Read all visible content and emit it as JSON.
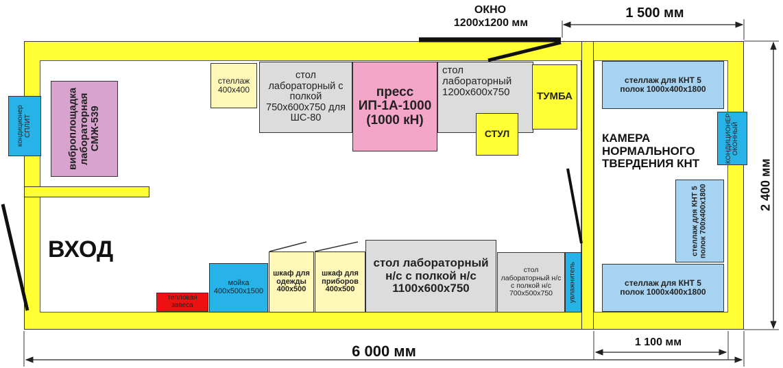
{
  "labels": {
    "window_title": "ОКНО",
    "window_size": "1200х1200 мм",
    "dim_top_right": "1 500 мм",
    "dim_right": "2 400 мм",
    "dim_bottom": "6 000 мм",
    "dim_bottom_right": "1 100 мм",
    "entrance": "ВХОД",
    "chamber": "КАМЕРА НОРМАЛЬНОГО ТВЕРДЕНИЯ КНТ"
  },
  "items": {
    "conditioner_split": "кондиционер СПЛИТ",
    "vibroplatform": "виброплощадка лабораторная СМЖ-539",
    "shelf_small": "стеллаж 400х400",
    "table_shelf_sc80": "стол лабораторный с полкой 750х600х750 для ШС-80",
    "press": "пресс ИП-1А-1000 (1000 кН)",
    "table_lab": "стол лабораторный 1200х600х750",
    "cabinet": "ТУМБА",
    "chair": "СТУЛ",
    "shelf_knt_top": "стеллаж для КНТ 5 полок 1000х400х1800",
    "conditioner_window": "КОНДИЦИОНЕР ОКОННЫЙ",
    "shelf_knt_side": "стеллаж для КНТ 5 полок 700х400х1800",
    "shelf_knt_bottom": "стеллаж для КНТ 5 полок 1000х400х1800",
    "heat_curtain": "тепловая завеса",
    "sink": "мойка 400х500х1500",
    "wardrobe_clothes": "шкаф для одежды 400х500",
    "wardrobe_devices": "шкаф для приборов 400х500",
    "table_big": "стол лабораторный н/с с полкой н/с 1100х600х750",
    "table_small": "стол лабораторный н/с с полкой н/с 700х500х750",
    "humidifier": "увлажнитель"
  },
  "colors": {
    "wall": "#ffff33",
    "cream": "#fff8b8",
    "gray": "#dcdcdc",
    "pink": "#f4a6c8",
    "mauve": "#d9a3cf",
    "blue": "#a6d3f2",
    "cyan": "#27b3e8",
    "red": "#ee1111",
    "yellow": "#ffff33",
    "window": "#111111"
  }
}
